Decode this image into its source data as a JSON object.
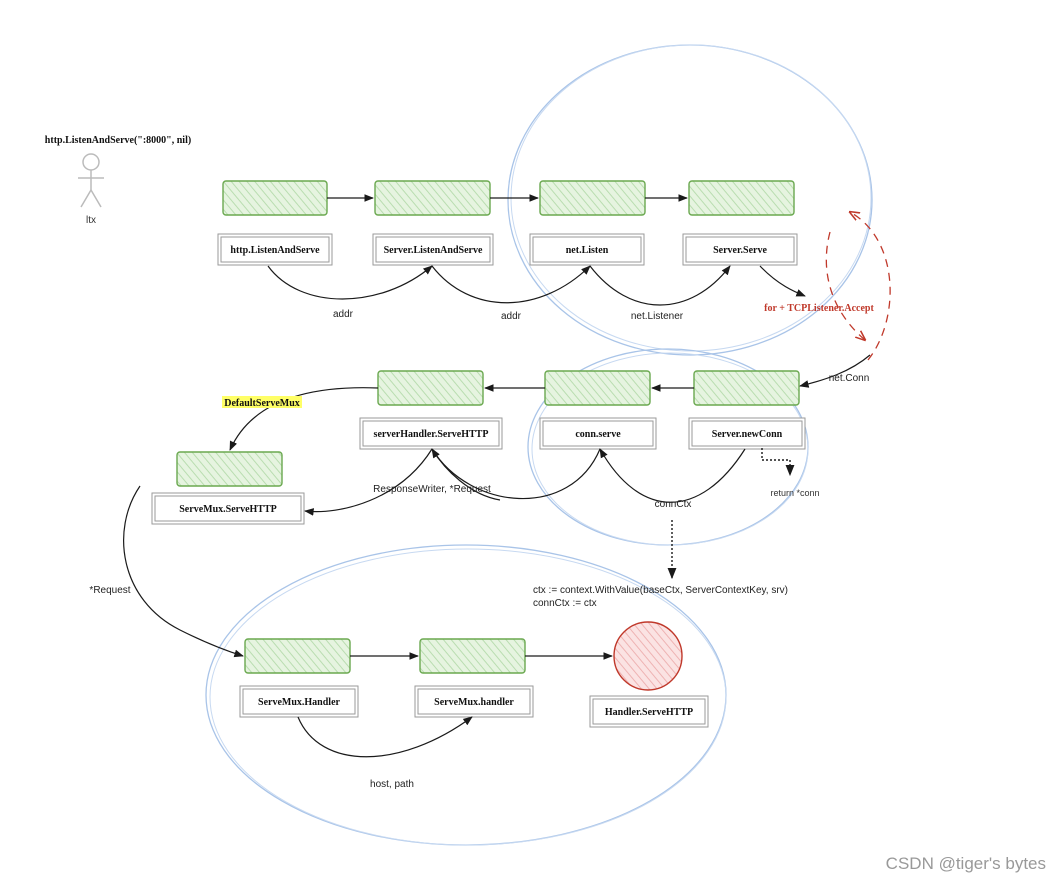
{
  "actor": {
    "caption": "http.ListenAndServe(\":8000\", nil)",
    "name": "ltx"
  },
  "nodes": {
    "n1": "http.ListenAndServe",
    "n2": "Server.ListenAndServe",
    "n3": "net.Listen",
    "n4": "Server.Serve",
    "n5": "Server.newConn",
    "n6": "conn.serve",
    "n7": "serverHandler.ServeHTTP",
    "n8": "ServeMux.ServeHTTP",
    "n9": "ServeMux.Handler",
    "n10": "ServeMux.handler",
    "n11": "Handler.ServeHTTP"
  },
  "edge_labels": {
    "addr1": "addr",
    "addr2": "addr",
    "listener": "net.Listener",
    "accept": "for + TCPListener.Accept",
    "netconn": "net.Conn",
    "return_conn": "return *conn",
    "connctx": "connCtx",
    "rw_request": "ResponseWriter, *Request",
    "default_mux": "DefaultServeMux",
    "request": "*Request",
    "host_path": "host, path"
  },
  "code_note": {
    "line1": "ctx := context.WithValue(baseCtx, ServerContextKey, srv)",
    "line2": "connCtx := ctx"
  },
  "watermark": "CSDN @tiger's bytes",
  "colors": {
    "green_fill": "#d8efcf",
    "green_stroke": "#6aa84f",
    "ellipse": "#a9c4e8",
    "red": "#c0392b",
    "red_fill": "#f7cfcf",
    "highlight": "#ffff66",
    "line": "#1a1a1a"
  }
}
